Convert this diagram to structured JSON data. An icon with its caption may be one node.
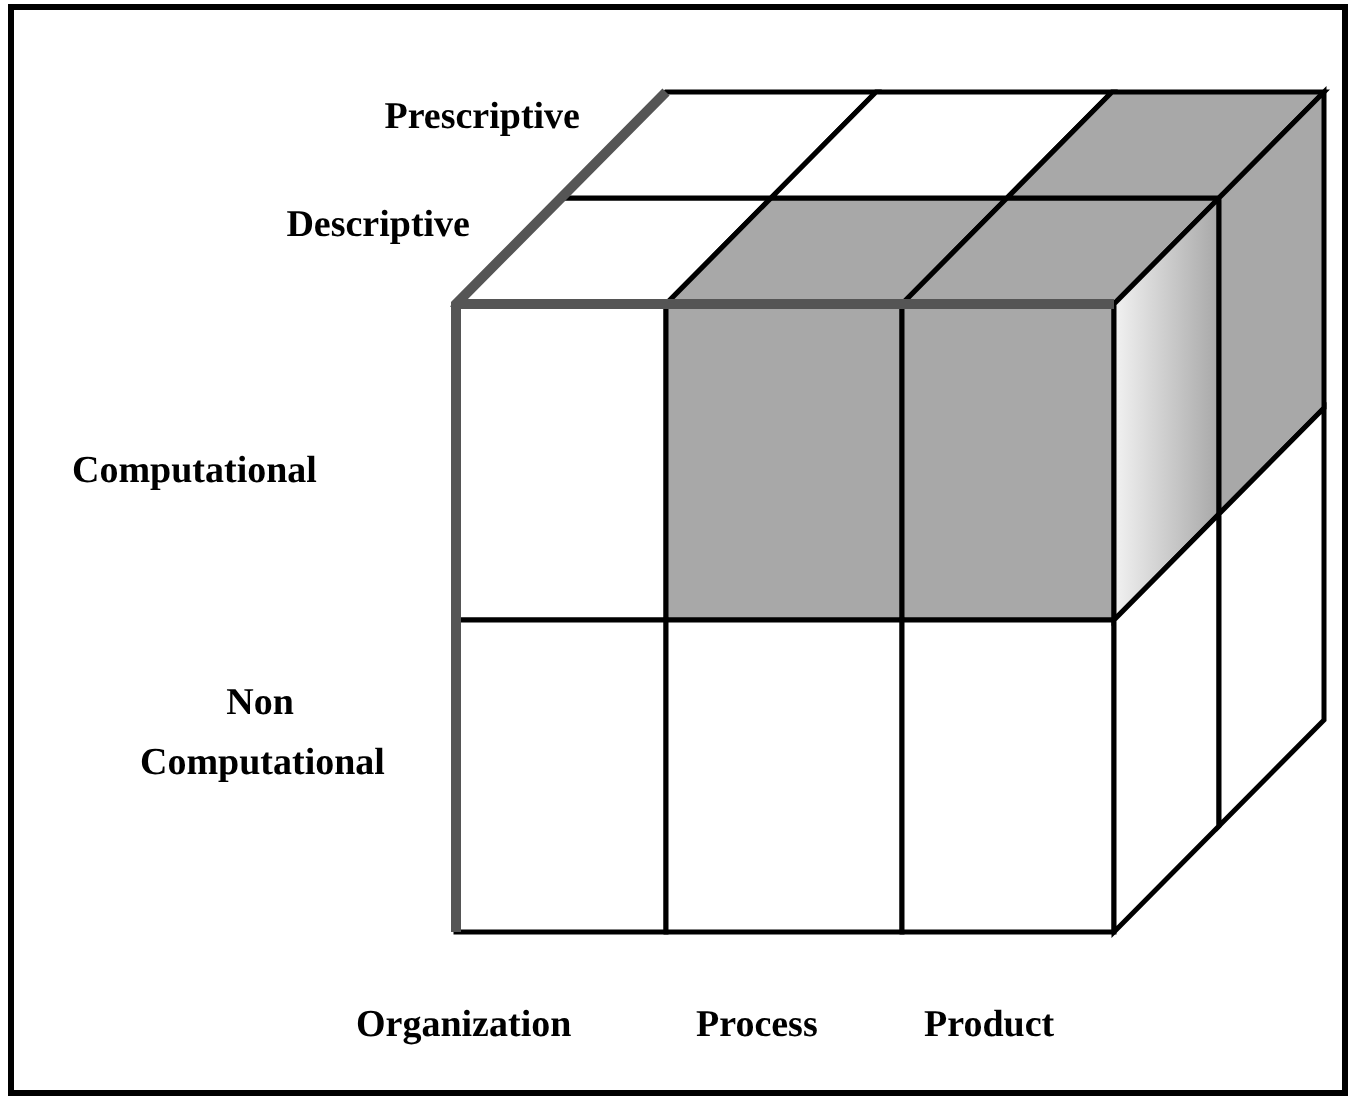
{
  "diagram": {
    "labels": [
      "Prescriptive",
      "Descriptive",
      "Computational",
      "Non Computational",
      "Organization",
      "Process",
      "Product"
    ]
  }
}
